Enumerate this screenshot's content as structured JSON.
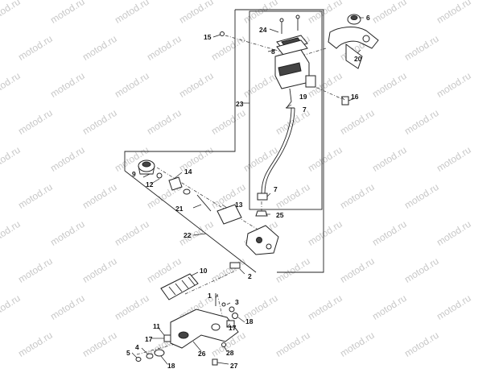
{
  "watermark": "motod.ru",
  "callouts": {
    "c2": "2",
    "c3": "3",
    "c4": "4",
    "c5": "5",
    "c6": "6",
    "c7a": "7",
    "c7b": "7",
    "c8": "8",
    "c9": "9",
    "c10": "10",
    "c11": "11",
    "c12": "12",
    "c13": "13",
    "c14": "14",
    "c15": "15",
    "c16": "16",
    "c17a": "17",
    "c17b": "17",
    "c18a": "18",
    "c18b": "18",
    "c19": "19",
    "c20": "20",
    "c21": "21",
    "c22": "22",
    "c23": "23",
    "c24": "24",
    "c25": "25",
    "c26": "26",
    "c27": "27",
    "c28": "28"
  }
}
